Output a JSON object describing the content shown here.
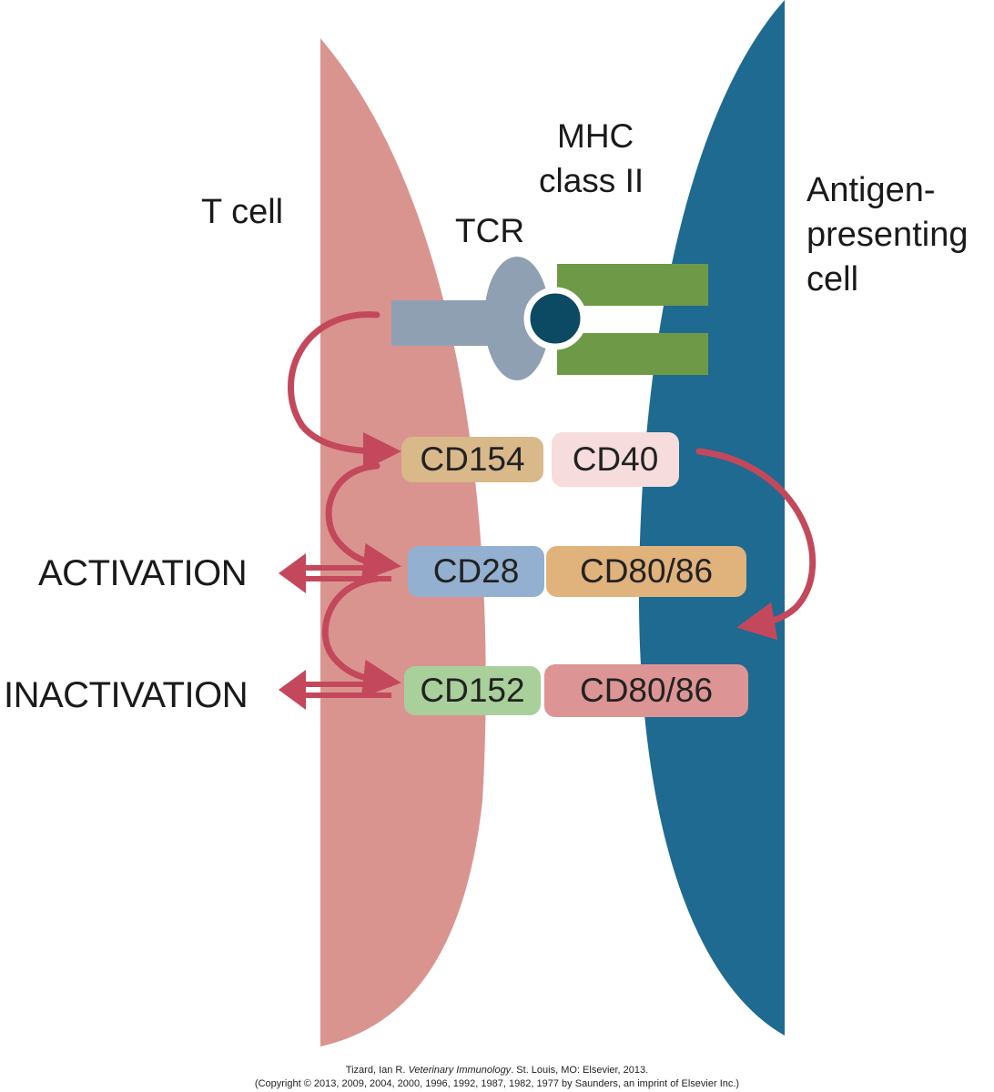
{
  "labels": {
    "t_cell": "T cell",
    "tcr": "TCR",
    "mhc_line1": "MHC",
    "mhc_line2": "class II",
    "apc_line1": "Antigen-",
    "apc_line2": "presenting",
    "apc_line3": "cell",
    "activation": "ACTIVATION",
    "inactivation": "INACTIVATION"
  },
  "molecules": {
    "cd154": "CD154",
    "cd40": "CD40",
    "cd28": "CD28",
    "cd80_86_top": "CD80/86",
    "cd152": "CD152",
    "cd80_86_bottom": "CD80/86"
  },
  "footer": {
    "line1_author": "Tizard, Ian R.",
    "line1_title": "Veterinary Immunology",
    "line1_rest": ". St. Louis, MO: Elsevier, 2013.",
    "line2": "(Copyright © 2013, 2009, 2004, 2000, 1996, 1992, 1987, 1982, 1977 by Saunders, an imprint of Elsevier Inc.)"
  },
  "colors": {
    "t_cell": "#d99490",
    "apc": "#1f6a90",
    "tcr": "#8fa0b2",
    "mhc": "#6e9a48",
    "peptide": "#0b4a62",
    "arrow": "#c4485c",
    "cd154": "#d9b88a",
    "cd40": "#f6dcdc",
    "cd28": "#94b0d0",
    "cd80_86_top": "#e0b27c",
    "cd152": "#a9cf9a",
    "cd80_86_bottom": "#dc9494"
  }
}
